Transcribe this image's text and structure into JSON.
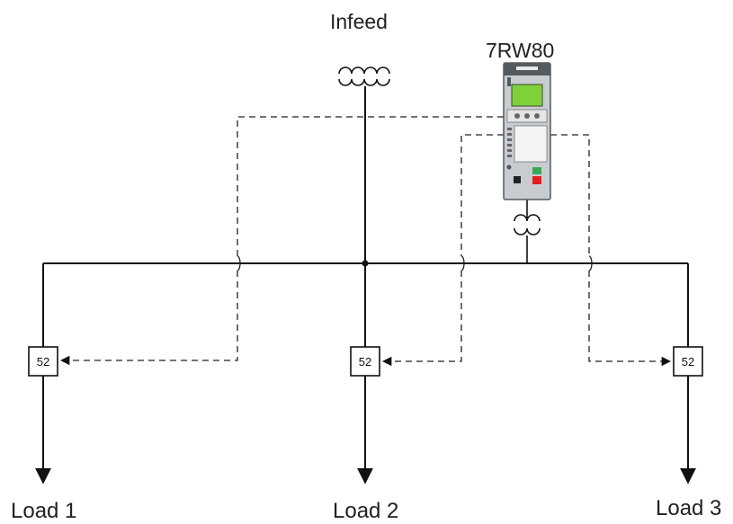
{
  "labels": {
    "infeed": "Infeed",
    "relay": "7RW80",
    "load1": "Load 1",
    "load2": "Load 2",
    "load3": "Load 3"
  },
  "breakers": [
    {
      "id": "cb-1",
      "code": "52"
    },
    {
      "id": "cb-2",
      "code": "52"
    },
    {
      "id": "cb-3",
      "code": "52"
    }
  ],
  "colors": {
    "line": "#111111",
    "relay_body": "#c8ccd0",
    "relay_dark": "#555a5f",
    "relay_screen": "#7fd13b",
    "relay_red": "#e02020",
    "relay_green": "#3aa857"
  }
}
